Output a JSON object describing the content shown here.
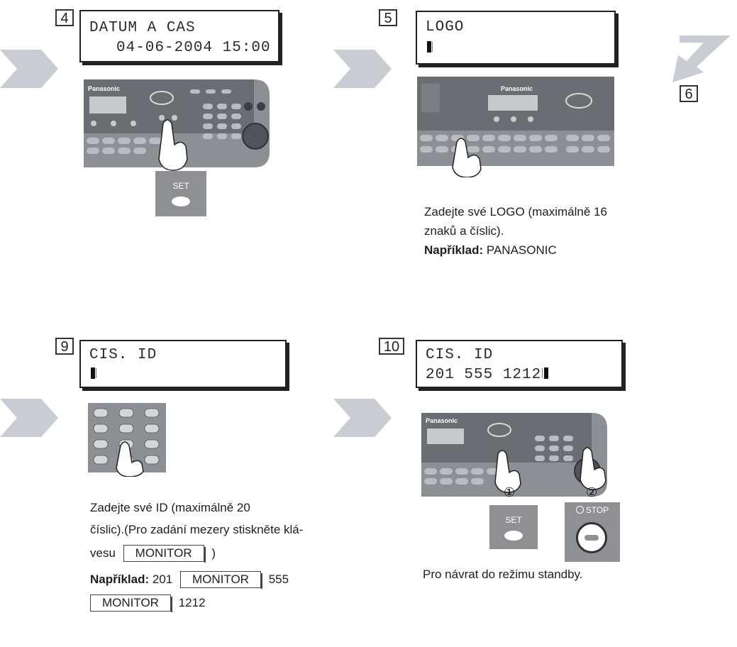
{
  "steps": {
    "s4": {
      "number": "4",
      "lcd_line1": "DATUM A CAS",
      "lcd_line2": "04-06-2004 15:00",
      "key_label": "SET"
    },
    "s5": {
      "number": "5",
      "lcd_line1": "LOGO",
      "text_line1": "Zadejte své LOGO (maximálně 16",
      "text_line2": "znaků a číslic).",
      "example_label": "Například:",
      "example_value": "PANASONIC"
    },
    "s6": {
      "number": "6"
    },
    "s9": {
      "number": "9",
      "lcd_line1": "CIS. ID",
      "text_line1": "Zadejte své ID (maximálně 20",
      "text_line2": "číslic).(Pro zadání mezery stiskněte klá-",
      "text_line3_prefix": "vesu",
      "monitor_key": "MONITOR",
      "text_line3_suffix": ")",
      "example_label": "Například:",
      "example_part1": "201",
      "example_part2": "555",
      "example_part3": "1212"
    },
    "s10": {
      "number": "10",
      "lcd_line1": "CIS. ID",
      "lcd_line2": "201 555 1212",
      "key_set_label": "SET",
      "key_stop_label": "STOP",
      "callout1": "①",
      "callout2": "②",
      "text": "Pro návrat do režimu standby."
    }
  },
  "panel": {
    "brand": "Panasonic"
  },
  "colors": {
    "chevron": "#c9ccd2",
    "panel_body": "#8c8f93",
    "panel_dark": "#5d6064",
    "key_face": "#b9bcc0",
    "set_square": "#8f9093"
  }
}
